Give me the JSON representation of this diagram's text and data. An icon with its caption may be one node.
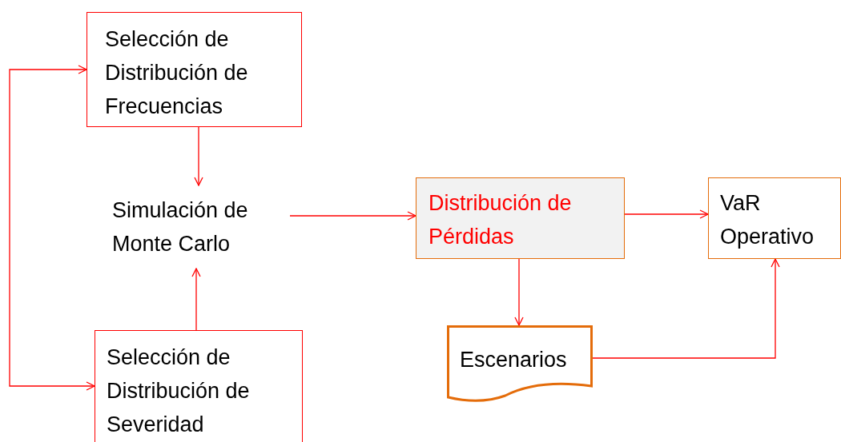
{
  "diagram": {
    "nodes": [
      {
        "text": [
          "Selección de Distribución de Frecuencias"
        ]
      },
      {
        "text": [
          "Simulación de Monte Carlo"
        ]
      },
      {
        "text": [
          "Selección de Distribución de Severidad"
        ]
      },
      {
        "text": [
          "Distribución de Pérdidas"
        ]
      },
      {
        "text": [
          "VaR Operativo"
        ]
      },
      {
        "text": [
          "Escenarios"
        ]
      }
    ],
    "edges": [
      {
        "from": 0,
        "to": 2,
        "arrow": "both"
      },
      {
        "from": 0,
        "to": 1,
        "arrow": "to"
      },
      {
        "from": 2,
        "to": 1,
        "arrow": "to"
      },
      {
        "from": 1,
        "to": 3,
        "arrow": "to"
      },
      {
        "from": 3,
        "to": 4,
        "arrow": "to"
      },
      {
        "from": 3,
        "to": 5,
        "arrow": "to"
      },
      {
        "from": 5,
        "to": 4,
        "arrow": "to"
      }
    ]
  }
}
